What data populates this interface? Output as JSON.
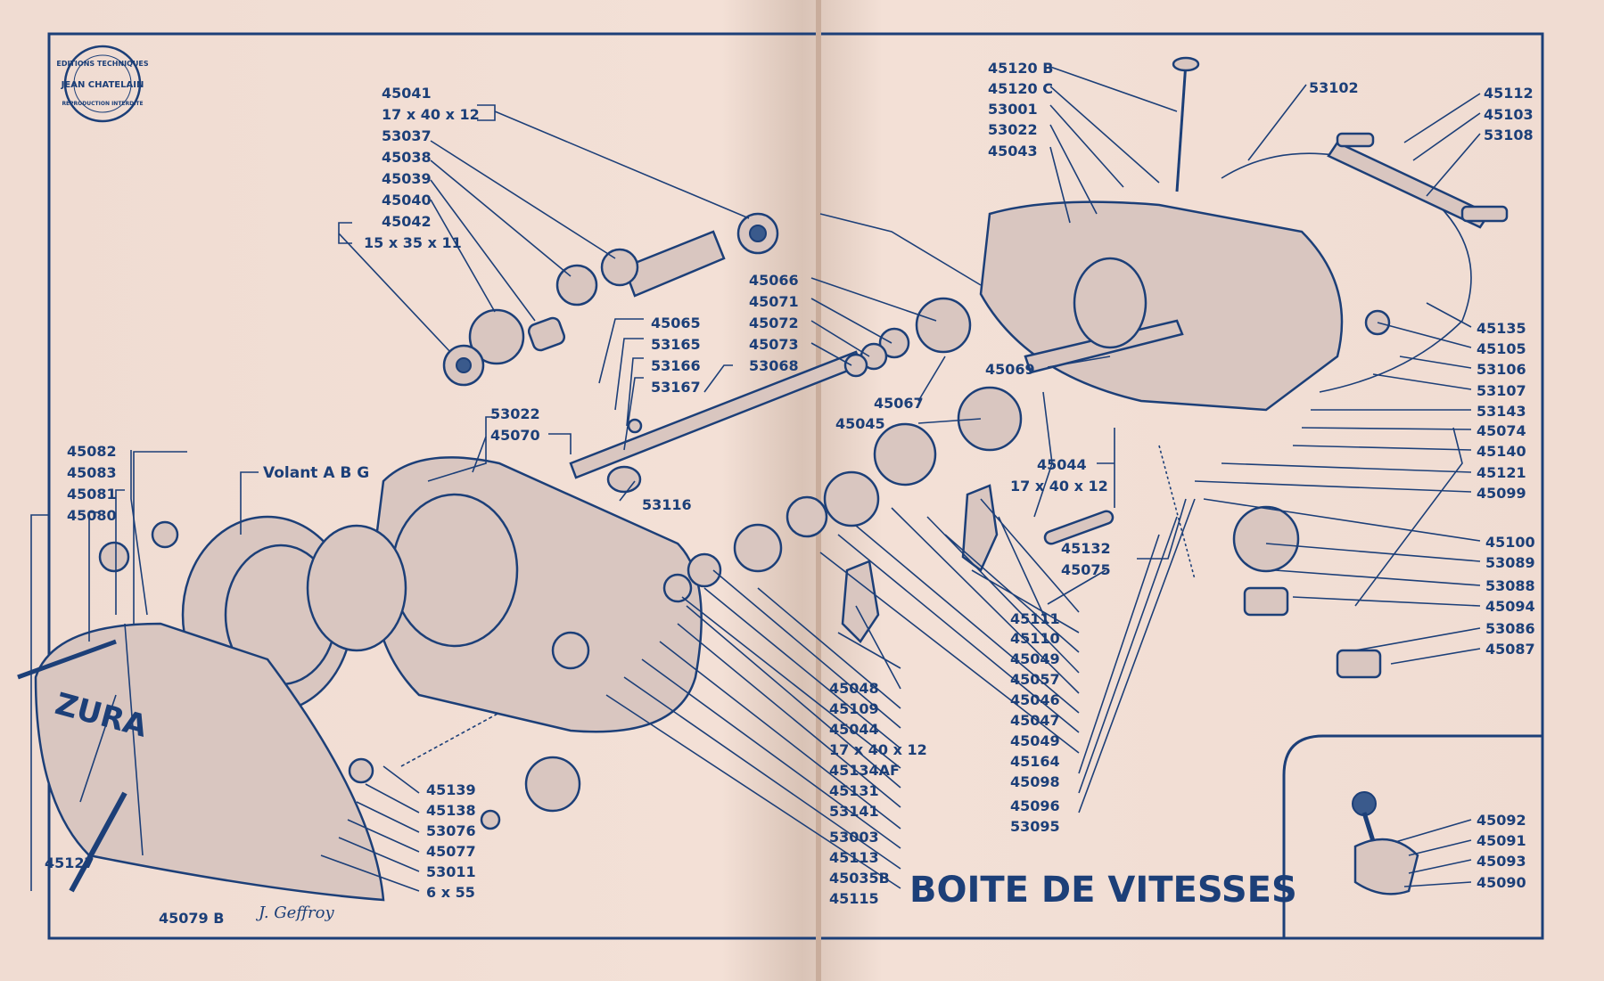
{
  "title": "BOITE DE VITESSES",
  "stamp": {
    "line1": "EDITIONS TECHNIQUES",
    "line2": "JEAN CHATELAIN",
    "line3": "REPRODUCTION INTERDITE"
  },
  "signature": "J. Geffroy",
  "engine_badge": "ZURA",
  "colors": {
    "ink": "#1c3f78",
    "paper": "#f0dcd2"
  },
  "left_labels": {
    "l45041": "45041",
    "l17a": "17 x 40 x 12",
    "l53037": "53037",
    "l45038": "45038",
    "l45039": "45039",
    "l45040": "45040",
    "l45042": "45042",
    "l15": "15 x 35 x 11",
    "l45065": "45065",
    "l53165": "53165",
    "l53166": "53166",
    "l53167": "53167",
    "l53068": "53068",
    "l53022b": "53022",
    "l45070": "45070",
    "l53116": "53116",
    "l45082": "45082",
    "l45083": "45083",
    "l45081": "45081",
    "l45080": "45080",
    "lvolant": "Volant  A B G",
    "l45139": "45139",
    "l45138": "45138",
    "l53076": "53076",
    "l45077": "45077",
    "l53011": "53011",
    "l6x55": "6 x 55",
    "l45127": "45127",
    "l45079B": "45079 B"
  },
  "center_labels": {
    "l45066": "45066",
    "l45071": "45071",
    "l45072": "45072",
    "l45073": "45073",
    "l45067": "45067",
    "l45045": "45045",
    "l45069": "45069",
    "l45044a": "45044",
    "l17b": "17 x 40 x 12",
    "l45132": "45132",
    "l45075": "45075",
    "l45048": "45048",
    "l45109": "45109",
    "l45044b": "45044",
    "l17c": "17 x 40 x 12",
    "l45134AF": "45134AF",
    "l45131": "45131",
    "l53141": "53141",
    "l53003": "53003",
    "l45113": "45113",
    "l45035B": "45035B",
    "l45115": "45115",
    "l45111": "45111",
    "l45110": "45110",
    "l45049a": "45049",
    "l45057": "45057",
    "l45046": "45046",
    "l45047": "45047",
    "l45049b": "45049",
    "l45164": "45164",
    "l45098": "45098",
    "l45096": "45096",
    "l53095": "53095"
  },
  "right_labels": {
    "l45120B": "45120 B",
    "l45120C": "45120 C",
    "l53001": "53001",
    "l53022a": "53022",
    "l45043": "45043",
    "l53102": "53102",
    "l45112": "45112",
    "l45103": "45103",
    "l53108": "53108",
    "l45135": "45135",
    "l45105": "45105",
    "l53106": "53106",
    "l53107": "53107",
    "l53143": "53143",
    "l45074": "45074",
    "l45140": "45140",
    "l45121": "45121",
    "l45099": "45099",
    "l45100": "45100",
    "l53089": "53089",
    "l53088": "53088",
    "l45094": "45094",
    "l53086": "53086",
    "l45087": "45087",
    "l45092": "45092",
    "l45091": "45091",
    "l45093": "45093",
    "l45090": "45090"
  }
}
